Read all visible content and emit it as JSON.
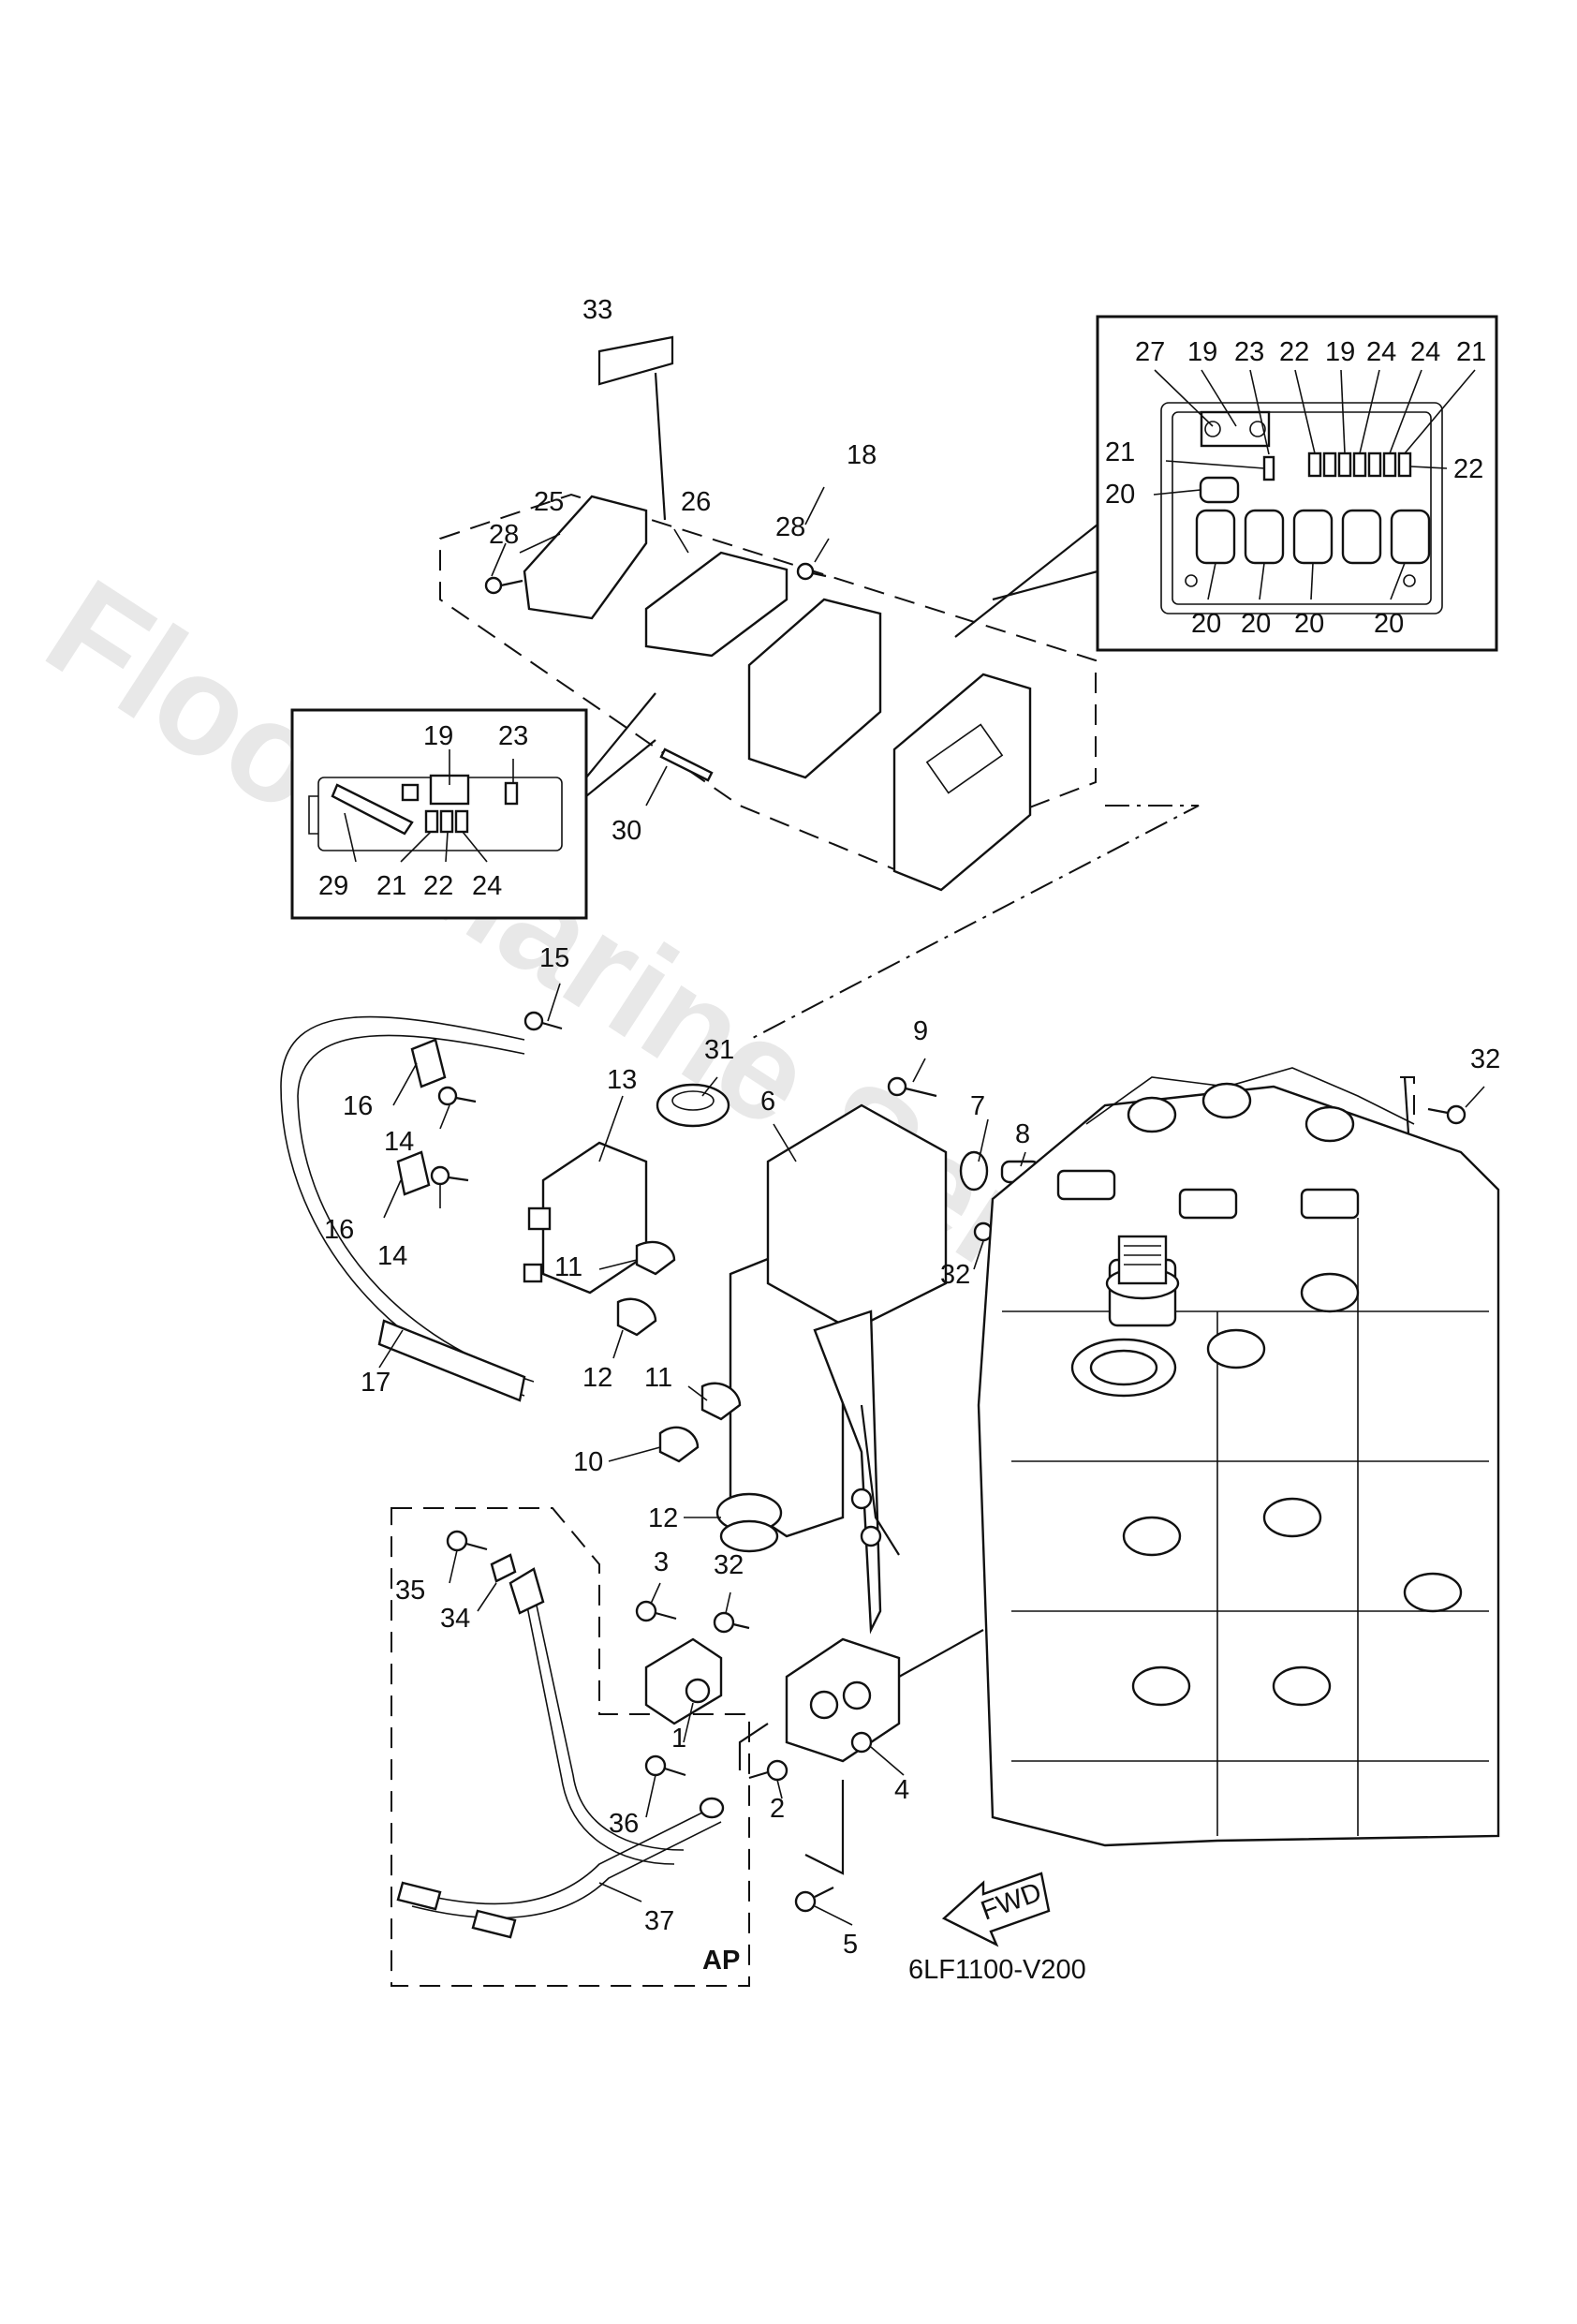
{
  "watermark": "Flood Marine Services",
  "diagram_code": "6LF1100-V200",
  "fwd_label": "FWD",
  "ap_label": "AP",
  "callouts": {
    "c1": "1",
    "c2": "2",
    "c3": "3",
    "c4": "4",
    "c5": "5",
    "c6": "6",
    "c7": "7",
    "c8": "8",
    "c9": "9",
    "c10": "10",
    "c11a": "11",
    "c11b": "11",
    "c12a": "12",
    "c12b": "12",
    "c13": "13",
    "c14a": "14",
    "c14b": "14",
    "c15": "15",
    "c16a": "16",
    "c16b": "16",
    "c17": "17",
    "c18": "18",
    "c25": "25",
    "c26": "26",
    "c28a": "28",
    "c28b": "28",
    "c30": "30",
    "c31": "31",
    "c32a": "32",
    "c32b": "32",
    "c32c": "32",
    "c33": "33",
    "c34": "34",
    "c35": "35",
    "c36": "36",
    "c37": "37"
  },
  "inset_top": {
    "top_row": [
      "27",
      "19",
      "23",
      "22",
      "19",
      "24",
      "24",
      "21"
    ],
    "side_left": [
      "21",
      "20"
    ],
    "side_right": "22",
    "bottom_row": [
      "20",
      "20",
      "20",
      "20"
    ]
  },
  "inset_left": {
    "top": [
      "19",
      "23"
    ],
    "bottom": [
      "29",
      "21",
      "22",
      "24"
    ]
  }
}
